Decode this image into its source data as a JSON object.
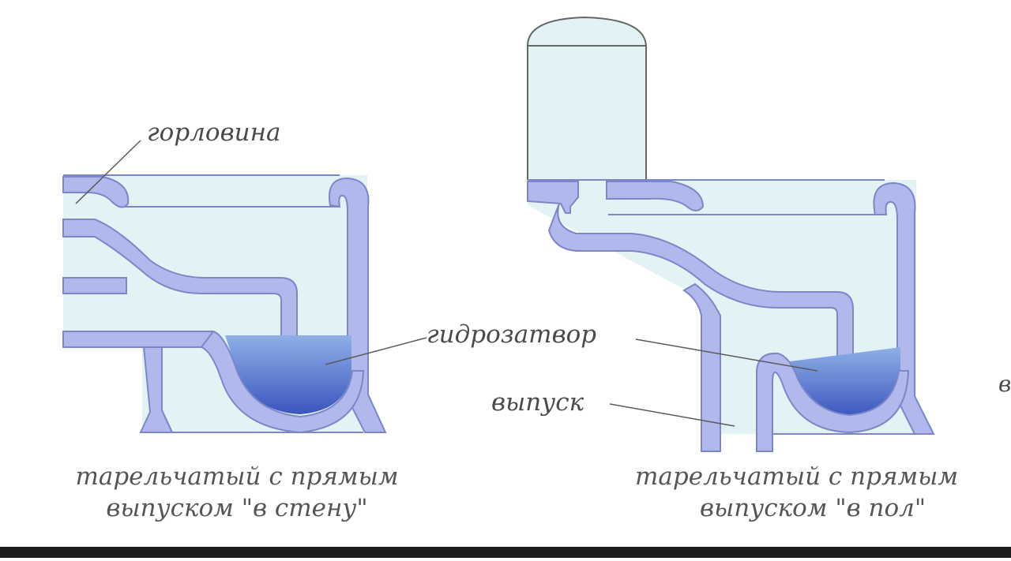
{
  "labels": {
    "neck": "горловина",
    "water_seal": "гидрозатвор",
    "outlet": "выпуск"
  },
  "captions": {
    "left_line1": "тарельчатый с прямым",
    "left_line2": "выпуском \"в стену\"",
    "right_line1": "тарельчатый с прямым",
    "right_line2": "выпуском \"в пол\"",
    "cut_letter": "в"
  },
  "colors": {
    "ceramic": "#b0b8ec",
    "ceramic_edge": "#7d86c8",
    "bowl_fill": "#e3f2f5",
    "water": "#4460c4",
    "water_light": "#8fb0e6",
    "leader": "#5a5a5a",
    "bar": "#1c1c1c"
  }
}
